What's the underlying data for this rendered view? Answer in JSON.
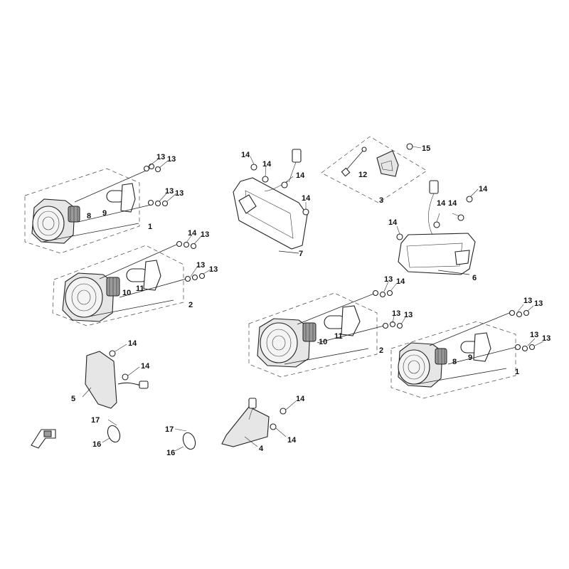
{
  "callouts": {
    "n1": "1",
    "n2": "2",
    "n3": "3",
    "n4": "4",
    "n5": "5",
    "n6": "6",
    "n7": "7",
    "n8": "8",
    "n9": "9",
    "n10": "10",
    "n11": "11",
    "n12": "12",
    "n13": "13",
    "n14": "14",
    "n15": "15",
    "n16": "16",
    "n17": "17"
  },
  "colors": {
    "line": "#222222",
    "background": "#ffffff"
  },
  "icons": {
    "direction_marker": "front-direction-arrow-icon"
  }
}
